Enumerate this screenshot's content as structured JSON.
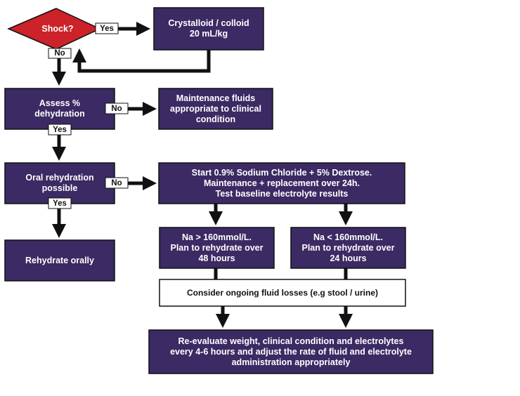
{
  "nodes": {
    "shock": "Shock?",
    "crystalloid": "Crystalloid / colloid\n20 mL/kg",
    "assess": "Assess %\ndehydration",
    "maintenance": "Maintenance fluids\nappropriate to clinical\ncondition",
    "oral_possible": "Oral rehydration\npossible",
    "start_saline": "Start 0.9% Sodium Chloride + 5% Dextrose.\nMaintenance + replacement over 24h.\nTest baseline electrolyte results",
    "rehydrate_orally": "Rehydrate orally",
    "na_high": "Na > 160mmol/L.\nPlan to rehydrate over\n48 hours",
    "na_low": "Na < 160mmol/L.\nPlan to rehydrate over\n24 hours",
    "ongoing_losses": "Consider ongoing fluid losses (e.g stool / urine)",
    "reevaluate": "Re-evaluate  weight, clinical condition and electrolytes\nevery 4-6 hours and adjust the rate of fluid and electrolyte\nadministration appropriately"
  },
  "edge_labels": {
    "shock_yes": "Yes",
    "shock_no": "No",
    "assess_no": "No",
    "assess_yes": "Yes",
    "oral_no": "No",
    "oral_yes": "Yes"
  },
  "colors": {
    "box_fill": "#3b2a63",
    "diamond_fill": "#cc2229",
    "box_stroke": "#111111",
    "text_light": "#ffffff",
    "text_dark": "#111111",
    "arrow": "#111111"
  }
}
